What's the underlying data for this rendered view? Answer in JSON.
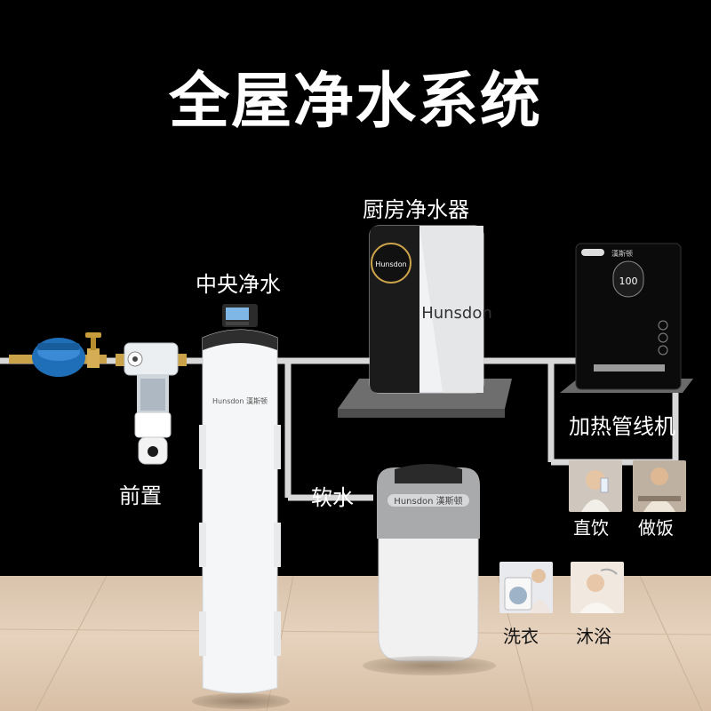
{
  "title": "全屋净水系统",
  "labels": {
    "kitchen": "厨房净水器",
    "central": "中央净水",
    "pre_filter": "前置",
    "softener": "软水",
    "heater": "加热管线机",
    "drink": "直饮",
    "cook": "做饭",
    "laundry": "洗衣",
    "bath": "沐浴"
  },
  "brand": {
    "logo": "Hunsdon",
    "name_cn": "漢斯顿"
  },
  "heater_display": "100",
  "colors": {
    "background": "#000000",
    "pipe": "#d8d8d8",
    "text": "#ffffff",
    "floor": "#e0cab4"
  }
}
